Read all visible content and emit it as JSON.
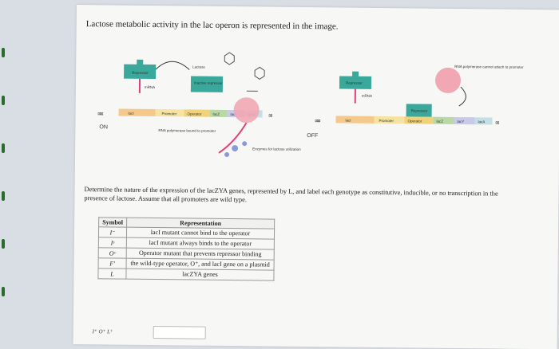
{
  "title": "Lactose metabolic activity in the lac operon is represented in the image.",
  "diagram": {
    "on": {
      "state": "ON",
      "lactose": "Lactose",
      "mrna": "mRNA",
      "repressor": "Repressor",
      "inactive": "Inactive repressor",
      "promoter": "Promoter",
      "operator": "Operator",
      "lacZ": "lacZ",
      "lacY": "lacY",
      "lacA": "lacA",
      "laci": "lacI",
      "rnap": "RNA polymerase bound to promoter",
      "enzymes": "Enzymes for lactose utilization"
    },
    "off": {
      "state": "OFF",
      "mrna": "mRNA",
      "repressor": "Repressor",
      "repressor_bound": "Repressor",
      "promoter": "Promoter",
      "operator": "Operator",
      "lacZ": "lacZ",
      "lacY": "lacY",
      "lacA": "lacA",
      "laci": "lacI",
      "rnap": "RNA polymerase cannot attach to promoter"
    }
  },
  "prompt": "Determine the nature of the expression of the lacZYA genes, represented by L, and label each genotype as constitutive, inducible, or no transcription in the presence of lactose. Assume that all promoters are wild type.",
  "table": {
    "headers": [
      "Symbol",
      "Representation"
    ],
    "rows": [
      {
        "symbol": "I⁻",
        "rep": "lacI mutant cannot bind to the operator"
      },
      {
        "symbol": "Iˢ",
        "rep": "lacI mutant always binds to the operator"
      },
      {
        "symbol": "Oᶜ",
        "rep": "Operator mutant that prevents repressor binding"
      },
      {
        "symbol": "F′",
        "rep": "the wild-type operator, O⁺, and lacI gene on a plasmid"
      },
      {
        "symbol": "L",
        "rep": "lacZYA genes"
      }
    ]
  },
  "answer": {
    "genotype": "I⁺ O⁺ L⁺",
    "value": ""
  },
  "colors": {
    "repressor": "#3aa89a",
    "rnap": "#f1a7b4",
    "mrna": "#e0407a",
    "dna_ends": "#6a8ec7"
  }
}
